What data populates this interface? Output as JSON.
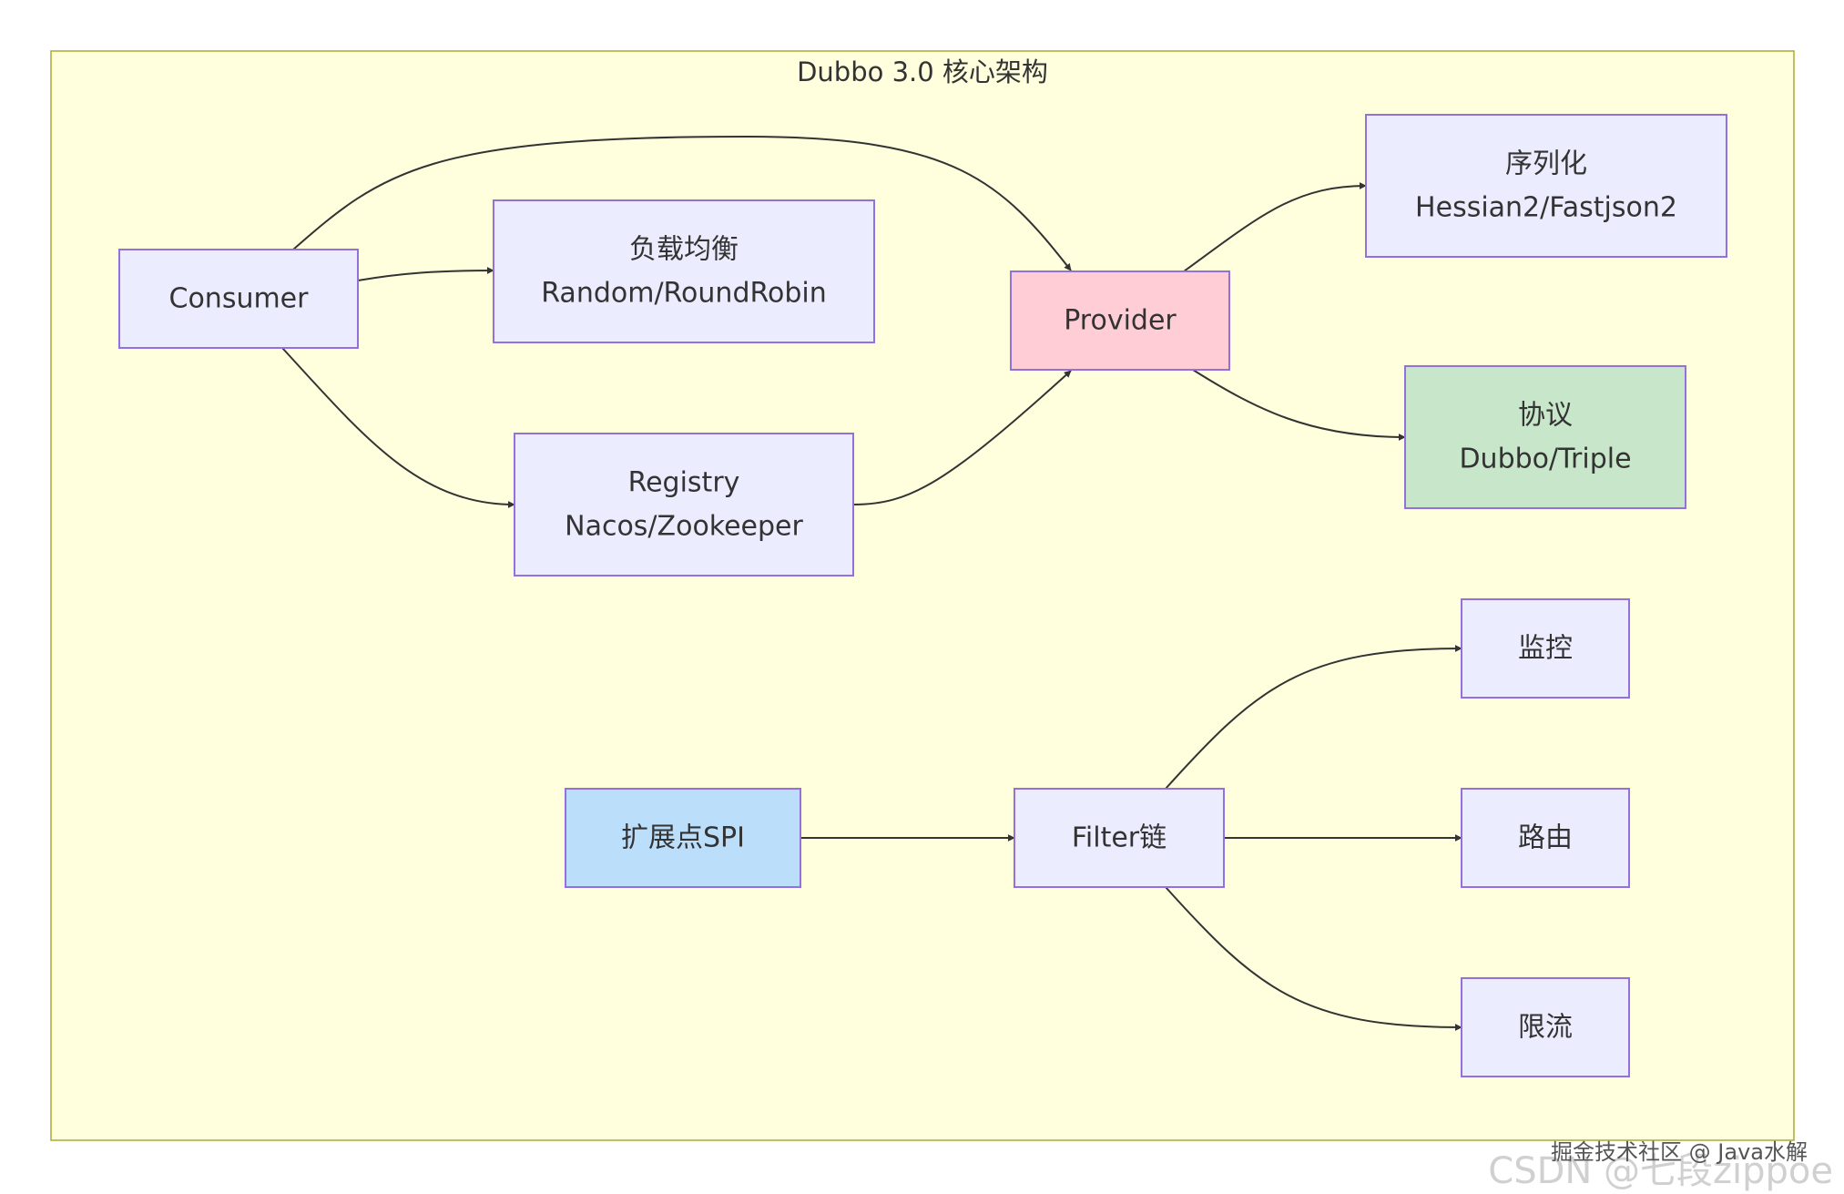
{
  "diagram": {
    "title": "Dubbo 3.0 核心架构",
    "nodes": {
      "consumer": {
        "lines": [
          "Consumer"
        ],
        "fill": "#ececff"
      },
      "loadbalance": {
        "lines": [
          "负载均衡",
          "Random/RoundRobin"
        ],
        "fill": "#ececff"
      },
      "registry": {
        "lines": [
          "Registry",
          "Nacos/Zookeeper"
        ],
        "fill": "#ececff"
      },
      "provider": {
        "lines": [
          "Provider"
        ],
        "fill": "#ffcdd6"
      },
      "serialization": {
        "lines": [
          "序列化",
          "Hessian2/Fastjson2"
        ],
        "fill": "#ececff"
      },
      "protocol": {
        "lines": [
          "协议",
          "Dubbo/Triple"
        ],
        "fill": "#c8e6c9"
      },
      "spi": {
        "lines": [
          "扩展点SPI"
        ],
        "fill": "#bbdefb"
      },
      "filter": {
        "lines": [
          "Filter链"
        ],
        "fill": "#ececff"
      },
      "monitor": {
        "lines": [
          "监控"
        ],
        "fill": "#ececff"
      },
      "route": {
        "lines": [
          "路由"
        ],
        "fill": "#ececff"
      },
      "ratelimit": {
        "lines": [
          "限流"
        ],
        "fill": "#ececff"
      }
    },
    "edges": [
      {
        "from": "consumer",
        "to": "loadbalance"
      },
      {
        "from": "consumer",
        "to": "provider"
      },
      {
        "from": "consumer",
        "to": "registry"
      },
      {
        "from": "registry",
        "to": "provider"
      },
      {
        "from": "provider",
        "to": "serialization"
      },
      {
        "from": "provider",
        "to": "protocol"
      },
      {
        "from": "spi",
        "to": "filter"
      },
      {
        "from": "filter",
        "to": "monitor"
      },
      {
        "from": "filter",
        "to": "route"
      },
      {
        "from": "filter",
        "to": "ratelimit"
      }
    ]
  },
  "watermark": {
    "back": "CSDN @七段zippoe",
    "front": "掘金技术社区 @ Java水解"
  }
}
